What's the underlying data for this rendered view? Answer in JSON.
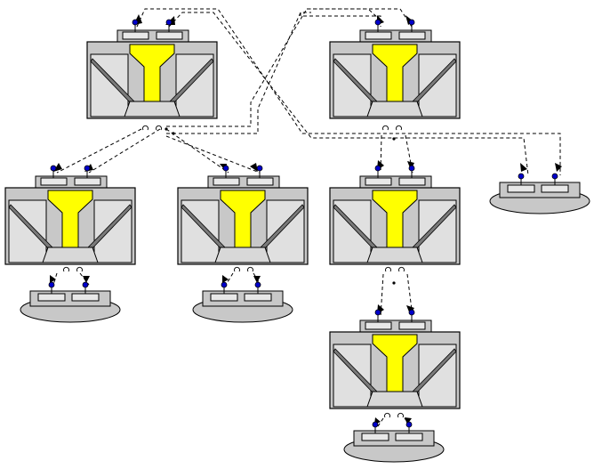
{
  "diagram": {
    "modules": [
      {
        "id": "module-top-left"
      },
      {
        "id": "module-top-right"
      },
      {
        "id": "module-mid-left"
      },
      {
        "id": "module-mid-center"
      },
      {
        "id": "module-mid-right"
      },
      {
        "id": "module-bottom"
      }
    ],
    "sinks": [
      {
        "id": "sink-far-right"
      },
      {
        "id": "sink-left"
      },
      {
        "id": "sink-center"
      },
      {
        "id": "sink-bottom"
      }
    ],
    "connections": [
      {
        "from": "module-top-left",
        "to": "module-mid-left"
      },
      {
        "from": "module-top-left",
        "to": "module-mid-center"
      },
      {
        "from": "module-top-left",
        "to": "module-top-right"
      },
      {
        "from": "module-top-left",
        "to": "sink-far-right"
      },
      {
        "from": "module-top-right",
        "to": "module-mid-right"
      },
      {
        "from": "module-mid-right",
        "to": "module-bottom"
      },
      {
        "from": "module-mid-left",
        "to": "sink-left"
      },
      {
        "from": "module-mid-center",
        "to": "sink-center"
      },
      {
        "from": "module-bottom",
        "to": "sink-bottom"
      }
    ],
    "colors": {
      "body": "#c8c8c8",
      "funnel": "#ffff00",
      "port_dot": "#0000cc",
      "wire": "#000000"
    }
  }
}
